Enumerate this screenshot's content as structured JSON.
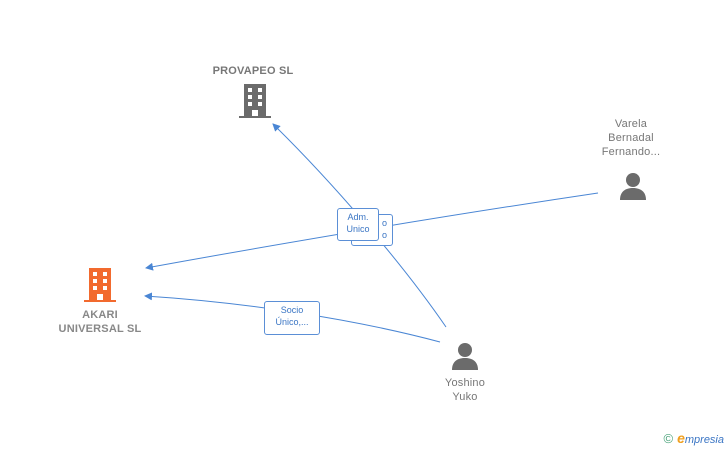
{
  "nodes": {
    "provapeo": {
      "label": "PROVAPEO SL",
      "icon": "building-icon",
      "color": "#6b6b6b"
    },
    "akari": {
      "label_line1": "AKARI",
      "label_line2": "UNIVERSAL SL",
      "icon": "building-icon",
      "color": "#f26a2e"
    },
    "varela": {
      "label_line1": "Varela",
      "label_line2": "Bernadal",
      "label_line3": "Fernando...",
      "icon": "person-icon",
      "color": "#6b6b6b"
    },
    "yoshino": {
      "label_line1": "Yoshino",
      "label_line2": "Yuko",
      "icon": "person-icon",
      "color": "#6b6b6b"
    }
  },
  "edges": {
    "adm_unico": {
      "line1": "Adm.",
      "line2": "Unico"
    },
    "hidden_behind": {
      "line1": "o",
      "line2": "o"
    },
    "socio_unico": {
      "line1": "Socio",
      "line2": "Único,..."
    }
  },
  "colors": {
    "edge": "#4a86d4",
    "label_text": "#777777"
  },
  "footer": {
    "copyright": "©",
    "brand_e": "e",
    "brand_rest": "mpresia"
  }
}
